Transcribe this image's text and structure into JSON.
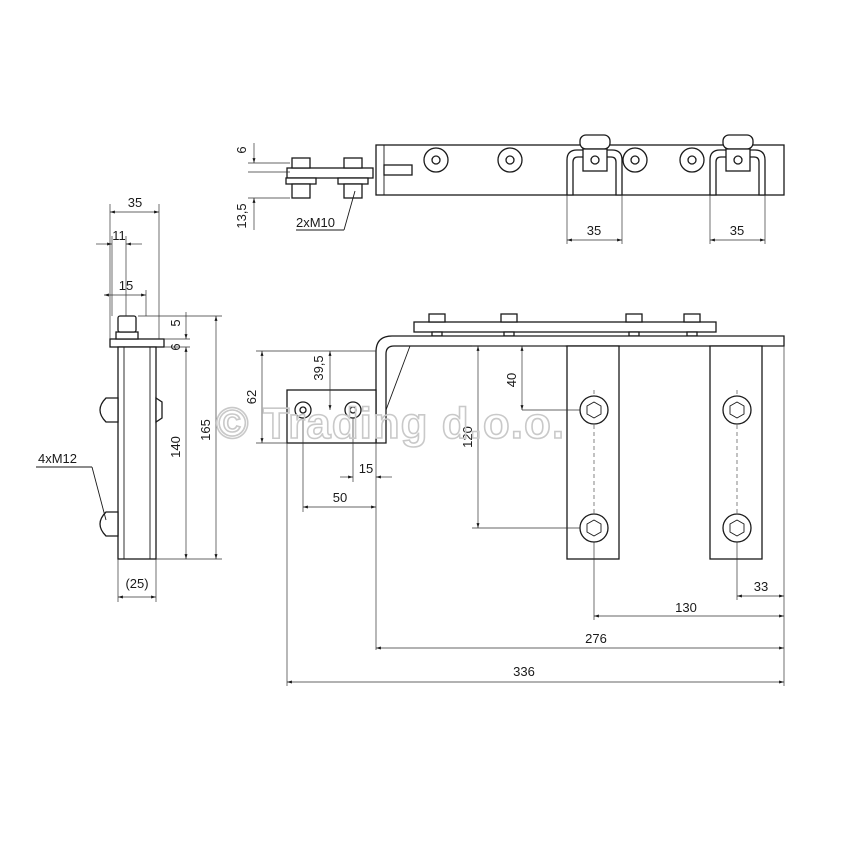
{
  "watermark": "© Trading d.o.o.",
  "top_view": {
    "dims": {
      "t6": "6",
      "t135": "13,5",
      "w35a": "35",
      "w35b": "35"
    },
    "callout": "2xM10"
  },
  "side_view": {
    "dims": {
      "w35": "35",
      "w11": "11",
      "w15": "15",
      "h5": "5",
      "h6": "6",
      "h140": "140",
      "h165": "165",
      "w25": "(25)"
    },
    "callout": "4xM12"
  },
  "front_view": {
    "dims": {
      "h62": "62",
      "h395": "39,5",
      "w15": "15",
      "w50": "50",
      "h120": "120",
      "h40": "40",
      "w33": "33",
      "w130": "130",
      "w276": "276",
      "w336": "336"
    }
  }
}
